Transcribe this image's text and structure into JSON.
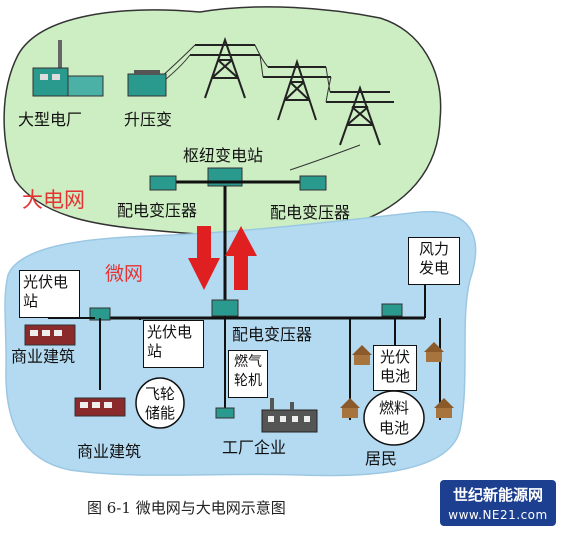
{
  "grid": {
    "large_plant": "大型电厂",
    "step_up_transformer": "升压变",
    "hub_substation": "枢纽变电站",
    "dist_transformer_left": "配电变压器",
    "dist_transformer_right": "配电变压器",
    "region_label": "大电网"
  },
  "microgrid": {
    "region_label": "微网",
    "wind_line1": "风力",
    "wind_line2": "发电",
    "pv_station_left_line1": "光伏电",
    "pv_station_left_line2": "站",
    "pv_station_center_line1": "光伏电",
    "pv_station_center_line2": "站",
    "dist_transformer": "配电变压器",
    "commercial_building_1": "商业建筑",
    "commercial_building_2": "商业建筑",
    "flywheel_line1": "飞轮",
    "flywheel_line2": "储能",
    "gas_turbine_line1": "燃气",
    "gas_turbine_line2": "轮机",
    "pv_cell_line1": "光伏",
    "pv_cell_line2": "电池",
    "fuel_cell_line1": "燃料",
    "fuel_cell_line2": "电池",
    "factory": "工厂企业",
    "residents": "居民"
  },
  "caption": "图 6-1  微电网与大电网示意图",
  "watermark": {
    "name": "世纪新能源网",
    "url": "www.NE21.com"
  },
  "colors": {
    "grid_fill": "#cdeec3",
    "micro_fill": "#b4daf2",
    "arrow": "#e02020",
    "label_red": "#e53333",
    "transformer": "#2b9a8e"
  }
}
